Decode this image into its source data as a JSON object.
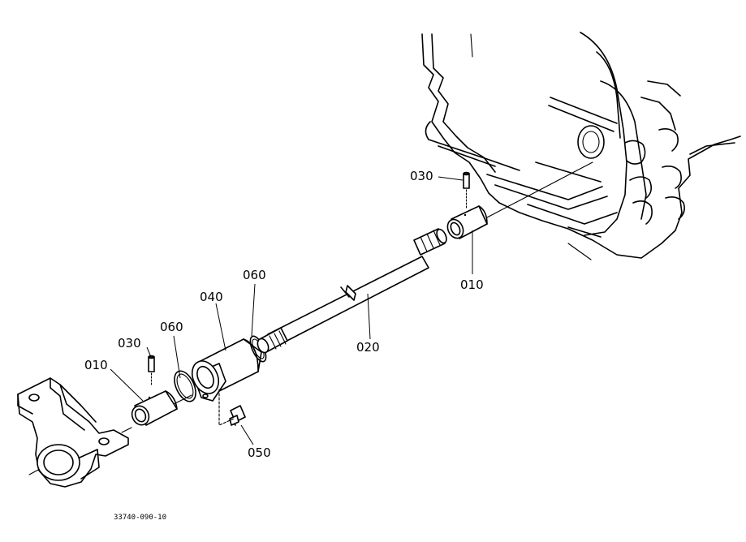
{
  "diagram": {
    "callouts": {
      "pin_right": "030",
      "pin_left": "030",
      "bushing_right": "010",
      "bushing_left": "010",
      "shaft": "020",
      "housing": "040",
      "oring_left": "060",
      "oring_right": "060",
      "bolt": "050"
    },
    "doc_number": "33740-090-10"
  }
}
